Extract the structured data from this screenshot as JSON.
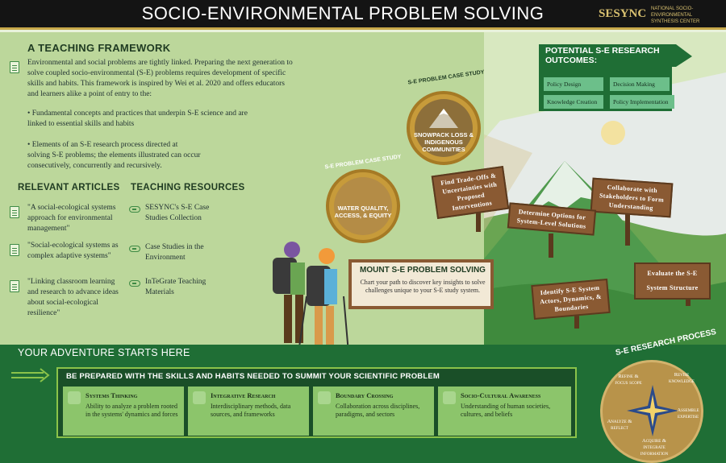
{
  "header": {
    "title": "SOCIO-ENVIRONMENTAL PROBLEM SOLVING",
    "logo_mark": "SESYNC",
    "logo_name": "NATIONAL SOCIO-ENVIRONMENTAL SYNTHESIS CENTER"
  },
  "framework": {
    "heading": "A TEACHING FRAMEWORK",
    "paragraph": "Environmental and social problems are tightly linked. Preparing the next generation to solve coupled socio-environmental (S-E) problems requires development of specific skills and habits. This framework is inspired by Wei et al. 2020 and offers educators and learners alike a point of entry to the:",
    "bullet1": "• Fundamental concepts and practices that underpin S-E science and are linked to essential skills and habits",
    "bullet2": "• Elements of an S-E research process directed at solving S-E problems; the elements illustrated can occur consecutively, concurrently and recursively."
  },
  "articles": {
    "heading": "RELEVANT ARTICLES",
    "items": [
      "\"A social-ecological systems approach for environmental management\"",
      "\"Social-ecological systems as complex adaptive systems\"",
      "\"Linking classroom learning and research to advance ideas about social-ecological resilience\""
    ]
  },
  "resources": {
    "heading": "TEACHING RESOURCES",
    "items": [
      "SESYNC's S-E Case Studies Collection",
      "Case Studies in the Environment",
      "InTeGrate Teaching Materials"
    ]
  },
  "outcomes": {
    "heading": "POTENTIAL S-E RESEARCH OUTCOMES:",
    "items": [
      "Policy Design",
      "Decision Making",
      "Knowledge Creation",
      "Policy Implementation"
    ]
  },
  "case_studies": [
    {
      "arc": "S-E PROBLEM CASE STUDY",
      "label": "SNOWPACK LOSS & INDIGENOUS COMMUNITIES"
    },
    {
      "arc": "S-E PROBLEM CASE STUDY",
      "label": "WATER QUALITY, ACCESS, & EQUITY"
    }
  ],
  "signs": [
    "Find Trade-Offs & Uncertainties with Proposed Interventions",
    "Collaborate with Stakeholders to Form Understanding",
    "Determine Options for System-Level Solutions",
    "Evaluate the S-E System Structure",
    "Identify S-E System Actors, Dynamics, & Boundaries"
  ],
  "mount": {
    "title": "MOUNT S-E PROBLEM SOLVING",
    "text": "Chart your path to discover key insights to solve challenges unique to your S-E study system."
  },
  "adventure": {
    "heading": "YOUR ADVENTURE STARTS HERE",
    "banner": "BE PREPARED WITH THE SKILLS AND HABITS NEEDED TO SUMMIT YOUR SCIENTIFIC PROBLEM"
  },
  "skills": [
    {
      "title": "Systems Thinking",
      "desc": "Ability to analyze a problem rooted in the systems' dynamics and forces",
      "icon": "brain-icon"
    },
    {
      "title": "Integrative Research",
      "desc": "Interdisciplinary methods, data sources, and frameworks",
      "icon": "tools-icon"
    },
    {
      "title": "Boundary Crossing",
      "desc": "Collaboration across disciplines, paradigms, and sectors",
      "icon": "handshake-icon"
    },
    {
      "title": "Socio-Cultural Awareness",
      "desc": "Understanding of human societies, cultures, and beliefs",
      "icon": "boot-icon"
    }
  ],
  "process": {
    "heading": "S-E RESEARCH PROCESS",
    "steps": [
      "Refine & focus scope",
      "Revise knowledge",
      "Assemble expertise",
      "Acquire & integrate information",
      "Analyze & reflect"
    ]
  },
  "colors": {
    "header_bg": "#141414",
    "gold": "#c8a94a",
    "dark_green": "#1f6e35",
    "light_green": "#bcd79b",
    "sign_brown": "#8a5a33",
    "teal": "#6cbf8a"
  }
}
